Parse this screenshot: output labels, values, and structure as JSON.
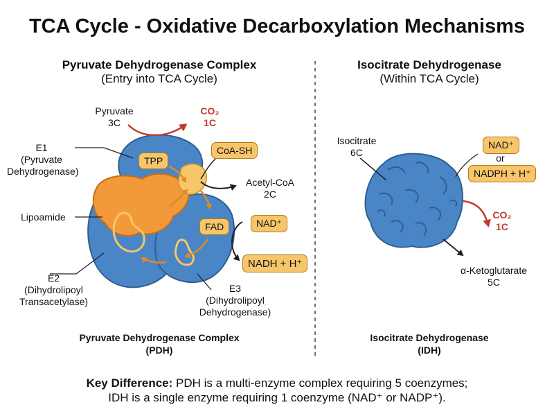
{
  "title": "TCA Cycle - Oxidative Decarboxylation Mechanisms",
  "left": {
    "heading": "Pyruvate Dehydrogenase Complex",
    "subheading": "(Entry into TCA Cycle)",
    "substrate": "Pyruvate",
    "substrate_carbons": "3C",
    "co2_label": "CO₂",
    "co2_carbons": "1C",
    "e1_label": [
      "E1",
      "(Pyruvate",
      "Dehydrogenase)"
    ],
    "tpp": "TPP",
    "coash": "CoA-SH",
    "product": "Acetyl-CoA",
    "product_carbons": "2C",
    "lipoamide": "Lipoamide",
    "fad": "FAD",
    "nad": "NAD⁺",
    "nadh": "NADH + H⁺",
    "e2_label": [
      "E2",
      "(Dihydrolipoyl",
      "Transacetylase)"
    ],
    "e3_label": [
      "E3",
      "(Dihydrolipoyl",
      "Dehydrogenase)"
    ],
    "footer_name": "Pyruvate Dehydrogenase Complex",
    "footer_abbr": "(PDH)"
  },
  "right": {
    "heading": "Isocitrate Dehydrogenase",
    "subheading": "(Within TCA Cycle)",
    "substrate": "Isocitrate",
    "substrate_carbons": "6C",
    "nad": "NAD⁺",
    "or": "or",
    "nadph": "NADPH + H⁺",
    "co2_label": "CO₂",
    "co2_carbons": "1C",
    "product": "α-Ketoglutarate",
    "product_carbons": "5C",
    "footer_name": "Isocitrate Dehydrogenase",
    "footer_abbr": "(IDH)"
  },
  "key": {
    "bold": "Key Difference:",
    "line1": "PDH is a multi-enzyme complex requiring 5 coenzymes;",
    "line2": "IDH is a single enzyme requiring 1 coenzyme (NAD⁺ or NADP⁺)."
  },
  "colors": {
    "enzyme_blue": "#4a86c5",
    "enzyme_orange": "#f29a3a",
    "pill_fill": "#f7c56a",
    "co2_red": "#c0392b"
  }
}
